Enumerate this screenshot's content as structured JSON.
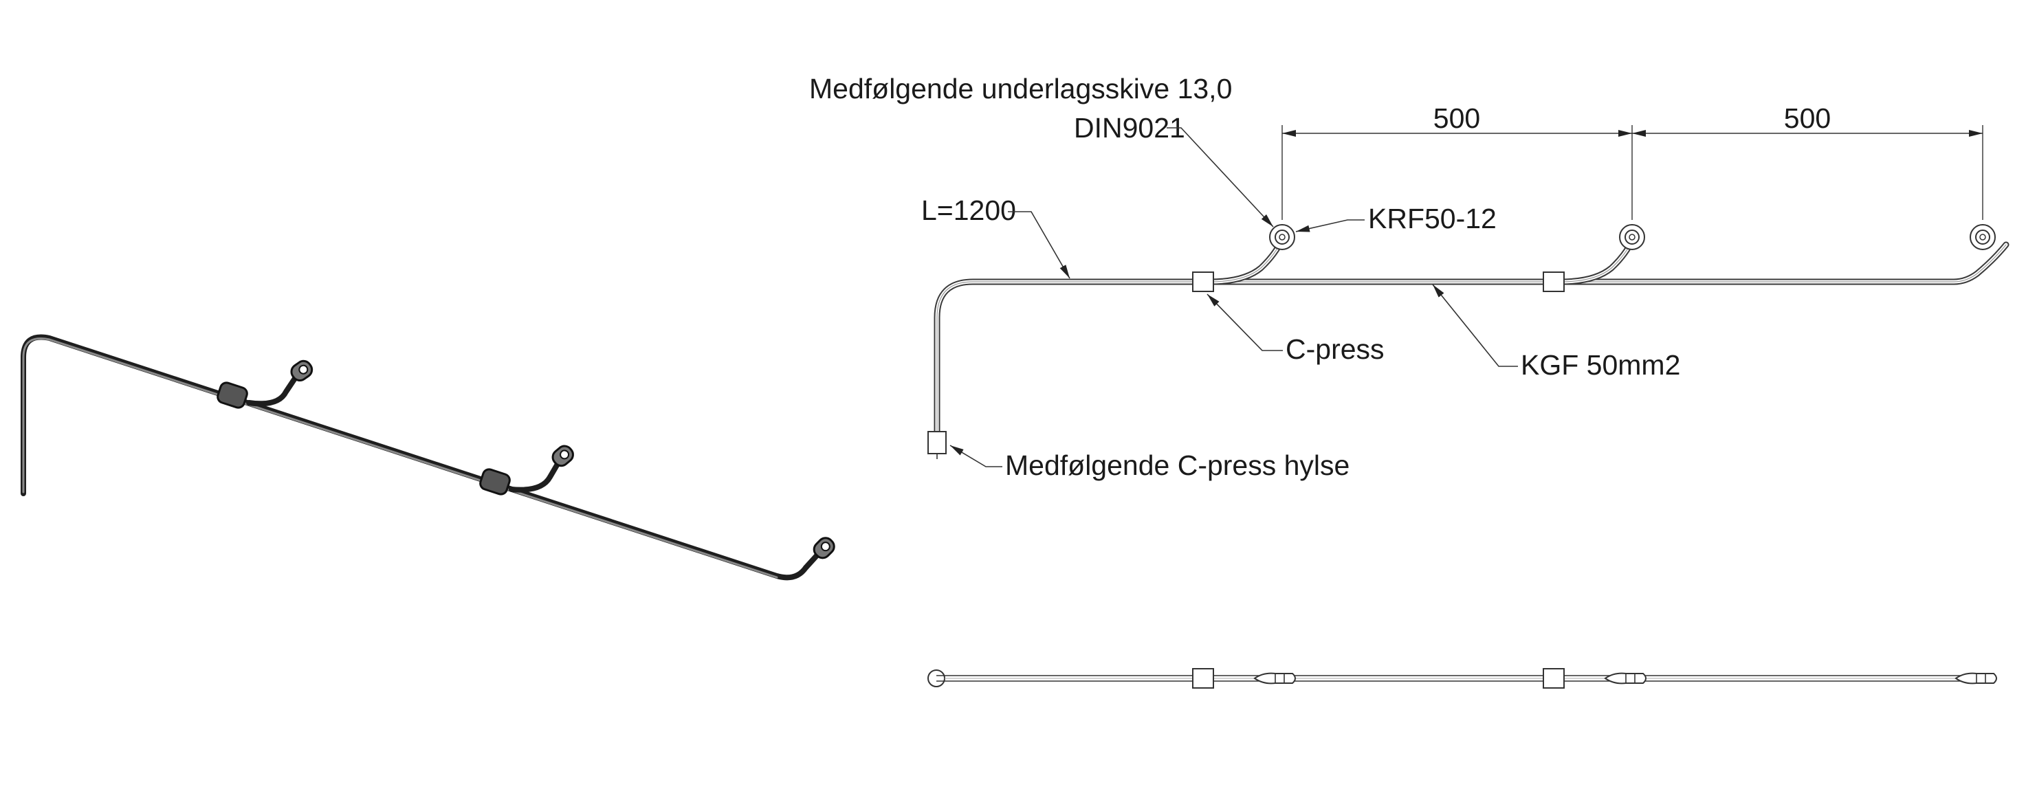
{
  "labels": {
    "washer_line1": "Medfølgende underlagsskive 13,0",
    "washer_line2": "DIN9021",
    "terminal": "KRF50-12",
    "length": "L=1200",
    "c_press": "C-press",
    "cable": "KGF 50mm2",
    "sleeve": "Medfølgende C-press hylse"
  },
  "dimensions": {
    "spacing_1": "500",
    "spacing_2": "500"
  },
  "colors": {
    "line": "#333333",
    "text": "#1a1a1a",
    "background": "#ffffff"
  }
}
